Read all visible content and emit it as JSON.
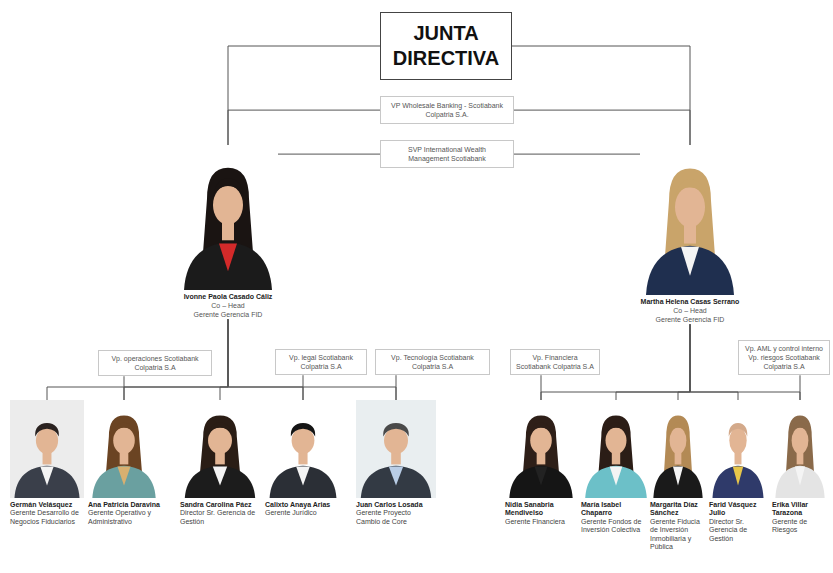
{
  "diagram": {
    "nodes": [
      {
        "text": [
          "JUNTA DIRECTIVA"
        ]
      },
      {
        "text": [
          "VP Wholesale Banking - Scotiabank Colpatria S.A."
        ]
      },
      {
        "text": [
          "SVP International Wealth Management Scotiabank"
        ]
      },
      {
        "text": [
          "Ivonne Paola Casado Cáliz",
          "Co – Head",
          "Gerente Gerencia FID"
        ]
      },
      {
        "text": [
          "Martha Helena Casas Serrano",
          "Co – Head",
          "Gerente Gerencia FID"
        ]
      },
      {
        "text": [
          "Vp. operaciones Scotiabank Colpatria S.A"
        ]
      },
      {
        "text": [
          "Vp. legal Scotiabank Colpatria S.A"
        ]
      },
      {
        "text": [
          "Vp. Tecnología Scotiabank Colpatria S.A"
        ]
      },
      {
        "text": [
          "Germán Velásquez",
          "Gerente Desarrollo de Negocios Fiduciarios"
        ]
      },
      {
        "text": [
          "Ana Patricia Daravina",
          "Gerente Operativo y Administrativo"
        ]
      },
      {
        "text": [
          "Sandra Carolina Páez",
          "Director Sr. Gerencia de Gestión"
        ]
      },
      {
        "text": [
          "Calixto Anaya Arias",
          "Gerente Jurídico"
        ]
      },
      {
        "text": [
          "Juan Carlos Losada",
          "Gerente Proyecto Cambio de Core"
        ]
      },
      {
        "text": [
          "Vp. Financiera Scotiabank Colpatria S.A"
        ]
      },
      {
        "text": [
          "Vp. AML y control interno Vp. riesgos Scotiabank Colpatria S.A"
        ]
      },
      {
        "text": [
          "Nidia Sanabria Mendivelso",
          "Gerente Financiera"
        ]
      },
      {
        "text": [
          "María Isabel Chaparro",
          "Gerente Fondos de Inversión Colectiva"
        ]
      },
      {
        "text": [
          "Margarita Díaz Sánchez",
          "Gerente Fiducia de Inversión Inmobiliaria y Pública"
        ]
      },
      {
        "text": [
          "Farid Vásquez Julio",
          "Director Sr. Gerencia de Gestión"
        ]
      },
      {
        "text": [
          "Erika Villar Tarazona",
          "Gerente de Riesgos"
        ]
      }
    ],
    "edges": [
      {
        "from": 0,
        "to": 3,
        "arrow": "none"
      },
      {
        "from": 0,
        "to": 4,
        "arrow": "none"
      },
      {
        "from": 1,
        "to": 3,
        "arrow": "none"
      },
      {
        "from": 1,
        "to": 4,
        "arrow": "none"
      },
      {
        "from": 2,
        "to": 3,
        "arrow": "none"
      },
      {
        "from": 2,
        "to": 4,
        "arrow": "none"
      },
      {
        "from": 3,
        "to": 8,
        "arrow": "none"
      },
      {
        "from": 3,
        "to": 9,
        "arrow": "none"
      },
      {
        "from": 3,
        "to": 10,
        "arrow": "none"
      },
      {
        "from": 3,
        "to": 11,
        "arrow": "none"
      },
      {
        "from": 3,
        "to": 12,
        "arrow": "none"
      },
      {
        "from": 5,
        "to": 9,
        "arrow": "none"
      },
      {
        "from": 6,
        "to": 11,
        "arrow": "none"
      },
      {
        "from": 7,
        "to": 12,
        "arrow": "none"
      },
      {
        "from": 4,
        "to": 15,
        "arrow": "none"
      },
      {
        "from": 4,
        "to": 16,
        "arrow": "none"
      },
      {
        "from": 4,
        "to": 17,
        "arrow": "none"
      },
      {
        "from": 4,
        "to": 18,
        "arrow": "none"
      },
      {
        "from": 4,
        "to": 19,
        "arrow": "none"
      },
      {
        "from": 13,
        "to": 15,
        "arrow": "none"
      },
      {
        "from": 14,
        "to": 19,
        "arrow": "none"
      }
    ]
  }
}
